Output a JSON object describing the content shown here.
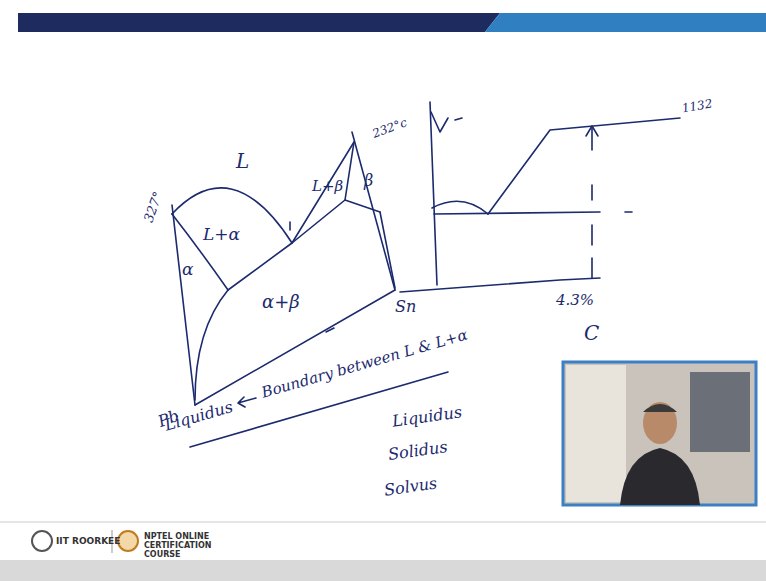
{
  "diagram": {
    "labels": [
      "327°",
      "L",
      "232°c",
      "L+α",
      "L+β",
      "β",
      "α",
      "α+β",
      "Sn",
      "Pb",
      "1132",
      "4.3%",
      "C",
      "Liquidus",
      "Boundary between L & L+α",
      "Liquidus",
      "Solidus",
      "Solvus",
      "IIT ROORKEE",
      "NPTEL ONLINE CERTIFICATION COURSE"
    ]
  }
}
